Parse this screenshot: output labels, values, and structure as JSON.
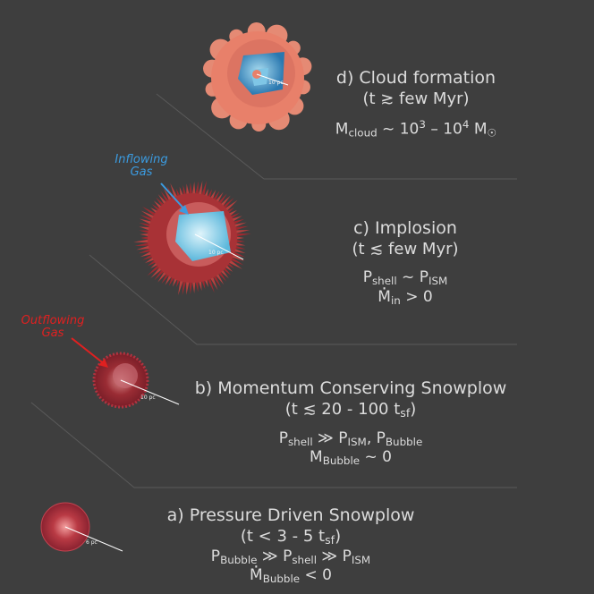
{
  "stages": [
    {
      "id": "d",
      "title": "d) Cloud formation",
      "time": "(t ≳ few Myr)",
      "mass": {
        "M": "M",
        "sub": "cloud",
        "mid": " ~ 10",
        "exp1": "3",
        "dash": " – 10",
        "exp2": "4",
        "unit": " M",
        "unitsub": "☉"
      },
      "scale": "10 pc",
      "colors": {
        "outer": "#e8806a",
        "inner": "#4aa3d0"
      }
    },
    {
      "id": "c",
      "title": "c) Implosion",
      "time": "(t ≲ few Myr)",
      "eq1": {
        "a": "P",
        "asub": "shell",
        "op": " ~ P",
        "bsub": "ISM"
      },
      "eq2": {
        "a": "M",
        "asub": "in",
        "tail": " > 0"
      },
      "annotation": {
        "line1": "Inflowing",
        "line2": "Gas",
        "color": "#3b9be0"
      },
      "scale": "10 pc",
      "colors": {
        "outer": "#b23a3a",
        "inner": "#8fd3ea"
      }
    },
    {
      "id": "b",
      "title": "b) Momentum Conserving Snowplow",
      "time_main": "(t ≲ 20 - 100 t",
      "time_sub": "sf",
      "time_end": ")",
      "eq1": {
        "a": "P",
        "asub": "shell",
        "op": " ≫ P",
        "bsub": "ISM",
        "sep": ", P",
        "csub": "Bubble"
      },
      "eq2": {
        "a": "M",
        "asub": "Bubble",
        "tail": " ~ 0"
      },
      "annotation": {
        "line1": "Outflowing",
        "line2": "Gas",
        "color": "#e02020"
      },
      "scale": "10 pc",
      "colors": {
        "outer": "#9a2c34"
      }
    },
    {
      "id": "a",
      "title": "a) Pressure Driven Snowplow",
      "time_main": "(t < 3 - 5 t",
      "time_sub": "sf",
      "time_end": ")",
      "eq1": {
        "a": "P",
        "asub": "Bubble",
        "op": " ≫ P",
        "bsub": "shell",
        "op2": " ≫ P",
        "csub": "ISM"
      },
      "eq2": {
        "a": "M",
        "asub": "Bubble",
        "tail": " < 0"
      },
      "scale": "6 pc",
      "colors": {
        "outer": "#a8323a"
      }
    }
  ]
}
